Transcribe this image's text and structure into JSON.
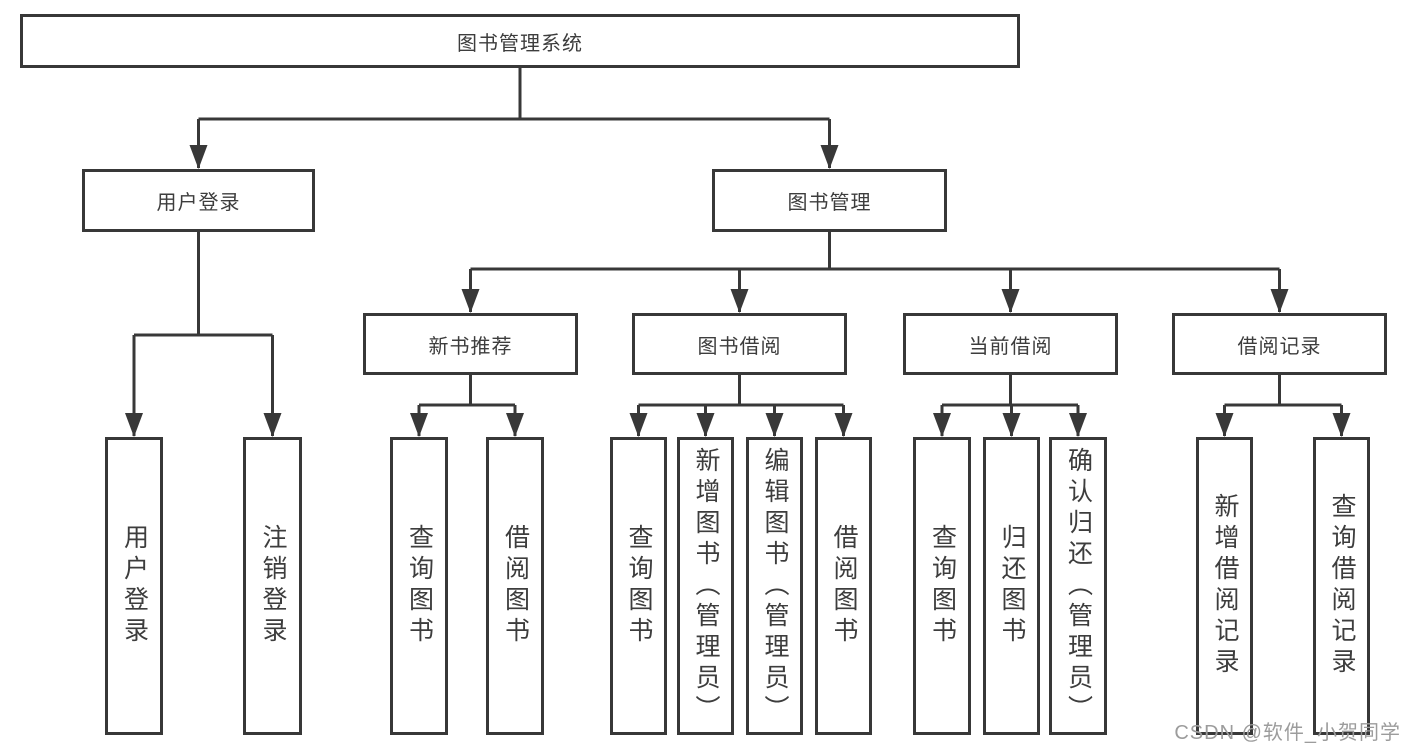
{
  "colors": {
    "line": "#383838",
    "text": "#3d3d3d",
    "watermark": "#9c9c9c",
    "background": "#ffffff"
  },
  "root": {
    "label": "图书管理系统"
  },
  "user_login": {
    "label": "用户登录",
    "children": [
      {
        "label": "用户登录"
      },
      {
        "label": "注销登录"
      }
    ]
  },
  "book_management": {
    "label": "图书管理",
    "sections": [
      {
        "label": "新书推荐",
        "children": [
          {
            "label": "查询图书"
          },
          {
            "label": "借阅图书"
          }
        ]
      },
      {
        "label": "图书借阅",
        "children": [
          {
            "label": "查询图书"
          },
          {
            "label": "新增图书（管理员）"
          },
          {
            "label": "编辑图书（管理员）"
          },
          {
            "label": "借阅图书"
          }
        ]
      },
      {
        "label": "当前借阅",
        "children": [
          {
            "label": "查询图书"
          },
          {
            "label": "归还图书"
          },
          {
            "label": "确认归还（管理员）"
          }
        ]
      },
      {
        "label": "借阅记录",
        "children": [
          {
            "label": "新增借阅记录"
          },
          {
            "label": "查询借阅记录"
          }
        ]
      }
    ]
  },
  "watermark": {
    "label": "CSDN @软件_小贺同学"
  }
}
